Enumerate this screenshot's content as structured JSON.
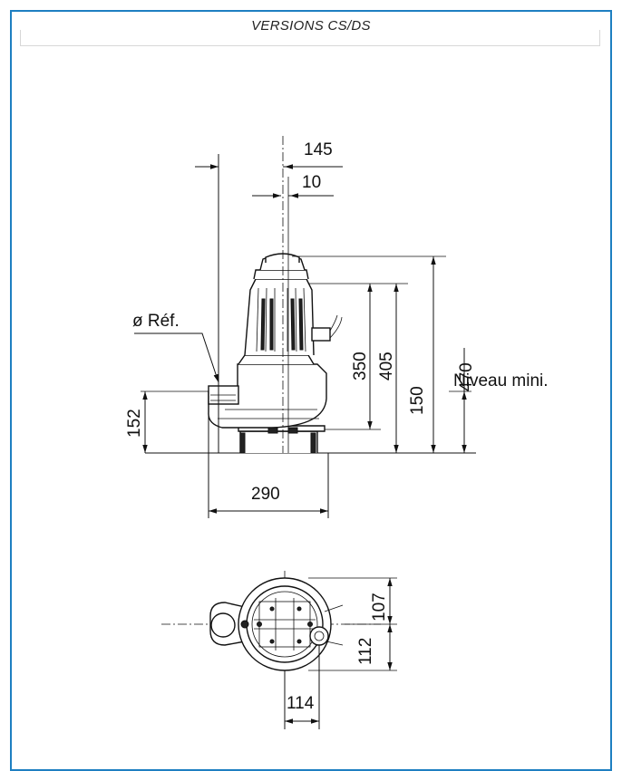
{
  "header": {
    "title": "VERSIONS CS/DS"
  },
  "side_view": {
    "dims": {
      "d145": "145",
      "d10": "10",
      "ref_label": "ø Réf.",
      "d350": "350",
      "d405": "405",
      "d470": "470",
      "d150": "150",
      "d152": "152",
      "d290": "290",
      "niveau": "Niveau mini."
    }
  },
  "top_view": {
    "dims": {
      "d107": "107",
      "d112": "112",
      "d114": "114"
    }
  },
  "colors": {
    "frame": "#1e7fc1",
    "line": "#111111"
  }
}
